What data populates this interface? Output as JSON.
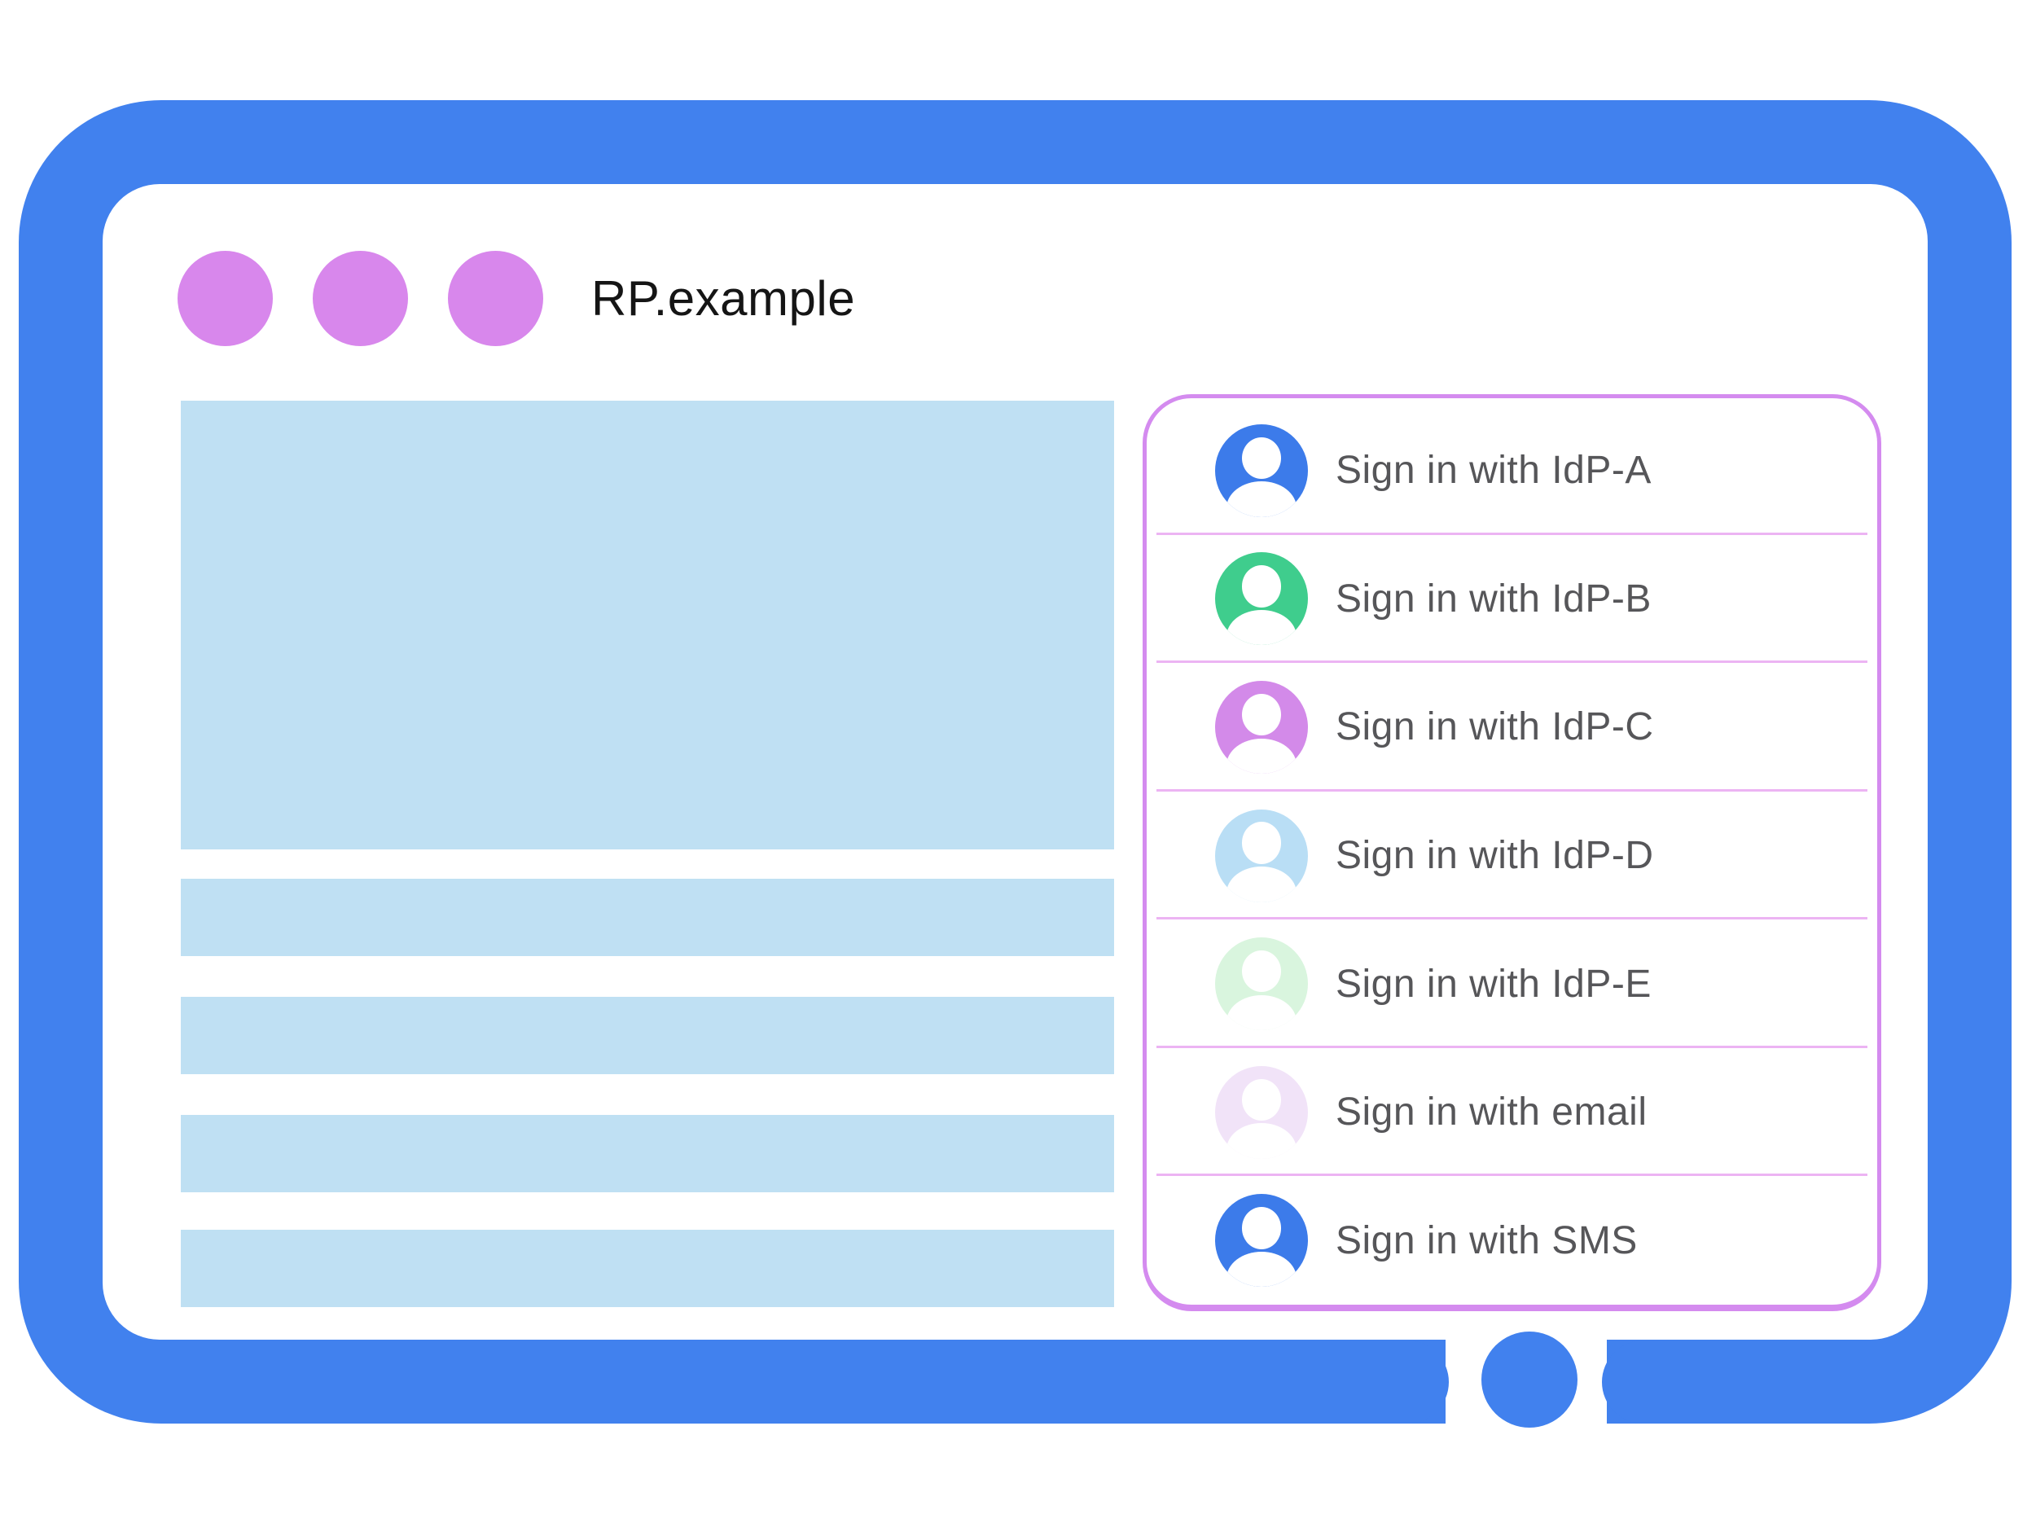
{
  "page": {
    "title": "RP.example"
  },
  "signin_panel": {
    "options": [
      {
        "id": "idp-a",
        "label": "Sign in with IdP-A",
        "avatar_icon": "user-avatar-icon",
        "avatar_color": "#3c7bea"
      },
      {
        "id": "idp-b",
        "label": "Sign in with IdP-B",
        "avatar_icon": "user-avatar-icon",
        "avatar_color": "#3fcd8d"
      },
      {
        "id": "idp-c",
        "label": "Sign in with IdP-C",
        "avatar_icon": "user-avatar-icon",
        "avatar_color": "#d38ae9"
      },
      {
        "id": "idp-d",
        "label": "Sign in with IdP-D",
        "avatar_icon": "user-avatar-icon",
        "avatar_color": "#b9def5"
      },
      {
        "id": "idp-e",
        "label": "Sign in with IdP-E",
        "avatar_icon": "user-avatar-icon",
        "avatar_color": "#d9f5de"
      },
      {
        "id": "email",
        "label": "Sign in with email",
        "avatar_icon": "user-avatar-icon",
        "avatar_color": "#f1e3f8"
      },
      {
        "id": "sms",
        "label": "Sign in with SMS",
        "avatar_icon": "user-avatar-icon",
        "avatar_color": "#3c7bea"
      }
    ]
  },
  "theme": {
    "frame_blue": "#4181ee",
    "window_dot_purple": "#d887ec",
    "placeholder_blue": "#bfe0f3",
    "panel_border_purple": "#d48bef",
    "row_divider_purple": "#ecb4f3",
    "title_text": "#151515",
    "option_label_text": "#565659",
    "avatar_person_white": "#ffffff",
    "screen_background": "#ffffff"
  }
}
